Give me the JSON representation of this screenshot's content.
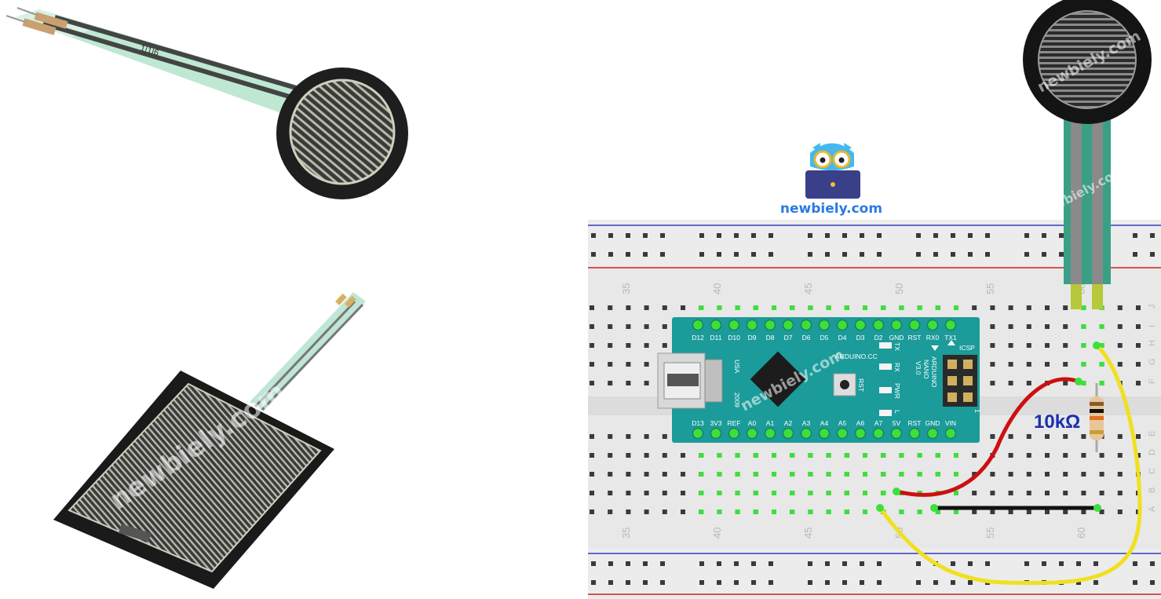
{
  "brand": {
    "name": "newbiely.com",
    "watermark": "newbiely.com"
  },
  "arduino": {
    "top_pins": [
      "D12",
      "D11",
      "D10",
      "D9",
      "D8",
      "D7",
      "D6",
      "D5",
      "D4",
      "D3",
      "D2",
      "GND",
      "RST",
      "RX0",
      "TX1"
    ],
    "bottom_pins": [
      "D13",
      "3V3",
      "REF",
      "A0",
      "A1",
      "A2",
      "A3",
      "A4",
      "A5",
      "A6",
      "A7",
      "5V",
      "RST",
      "GND",
      "VIN"
    ],
    "board_text": "ARDUINO.CC",
    "model_lines": [
      "ARDUINO",
      "NANO",
      "V3.0"
    ],
    "usa": "USA",
    "year": "2009",
    "icsp": "ICSP",
    "rst": "RST",
    "icsp_pin1": "1",
    "leds": [
      "TX",
      "RX",
      "PWR",
      "L"
    ]
  },
  "breadboard": {
    "column_numbers": [
      "35",
      "40",
      "45",
      "50",
      "55",
      "60"
    ],
    "top_rows": [
      "J",
      "I",
      "H",
      "G",
      "F"
    ],
    "bottom_rows": [
      "E",
      "D",
      "C",
      "B",
      "A"
    ]
  },
  "resistor": {
    "label": "10kΩ"
  },
  "colors": {
    "arduino_teal": "#1b9b9a",
    "wire_red": "#cc1010",
    "wire_yellow": "#f0e020",
    "wire_black": "#111111",
    "rail_blue": "#3040c0",
    "rail_red": "#d02020",
    "resistor_label": "#1a2fb0",
    "brand_blue": "#2a7be0"
  }
}
